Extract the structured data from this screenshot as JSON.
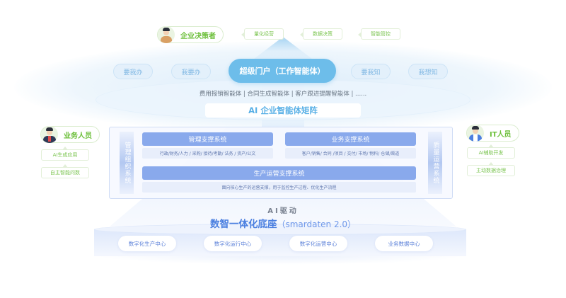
{
  "top": {
    "decision_maker": {
      "label": "企业决策者",
      "icon": "executive-avatar-icon"
    },
    "tags": [
      "量化经营",
      "数据决策",
      "智能管控"
    ]
  },
  "portal": {
    "title": "超级门户（工作智能体）",
    "left_pills": [
      "要我办",
      "我要办"
    ],
    "right_pills": [
      "要我知",
      "我想知"
    ]
  },
  "agent_matrix": {
    "agents_line": "费用报销智能体 | 合同生成智能体  | 客户跟进提醒智能体 |  ......",
    "title": "AI 企业智能体矩阵"
  },
  "left_persona": {
    "label": "业务人员",
    "icon": "business-user-avatar-icon",
    "tags": [
      "AI生成应用",
      "自主智能问数"
    ]
  },
  "right_persona": {
    "label": "IT人员",
    "icon": "it-user-avatar-icon",
    "tags": [
      "AI辅助开发",
      "主动数据治理"
    ]
  },
  "systems": {
    "left_vertical": "管理组织系统",
    "right_vertical": "质量运营系统",
    "management": {
      "title": "管理支撑系统",
      "detail": "行政/财务/人力 / 采购/ 接待/考勤/ 法务 / 资产/公文"
    },
    "business": {
      "title": "业务支撑系统",
      "detail": "客户/销售/ 合同 /项目 / 交付/ 市场/ 物料/ 仓储/渠道"
    },
    "production": {
      "title": "生产运营支撑系统",
      "detail": "面向核心生产的运营支撑，用于监控生产过程、优化生产流程"
    }
  },
  "base": {
    "ai_drive": "AI驱动",
    "title": "数智一体化底座",
    "subtitle": "（smardaten 2.0）",
    "centers": [
      "数字化生产中心",
      "数字化运行中心",
      "数字化运营中心",
      "业务数据中心"
    ]
  },
  "colors": {
    "green_accent": "#6cbf3a",
    "portal_blue": "#6dbdea",
    "system_blue": "#89a9ec",
    "base_blue": "#4a7fe0"
  }
}
